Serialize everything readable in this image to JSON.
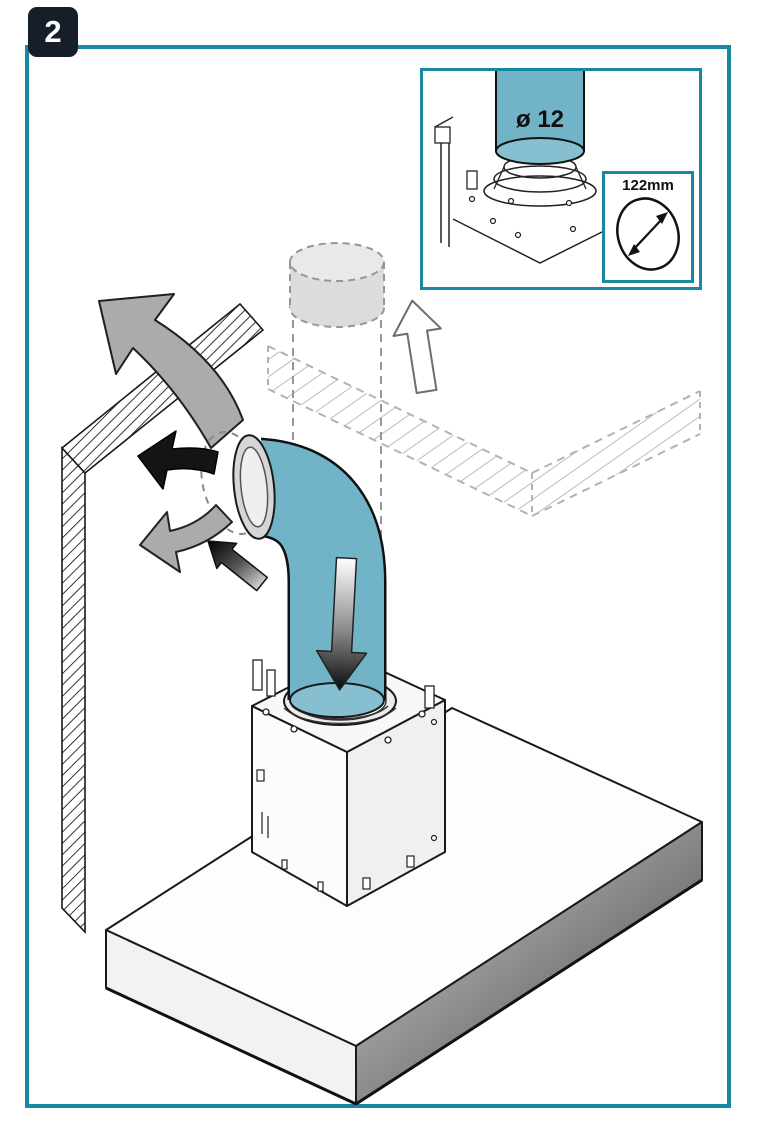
{
  "step": {
    "number": "2"
  },
  "inset": {
    "duct_label": "ø 12",
    "dim_label": "122mm"
  },
  "colors": {
    "frame_teal": "#1789a5",
    "badge_dark": "#161e29",
    "duct_teal": "#72b4c7",
    "duct_teal_light": "#86bfcf",
    "arrow_gray": "#ababab",
    "ghost_gray": "#969696"
  }
}
